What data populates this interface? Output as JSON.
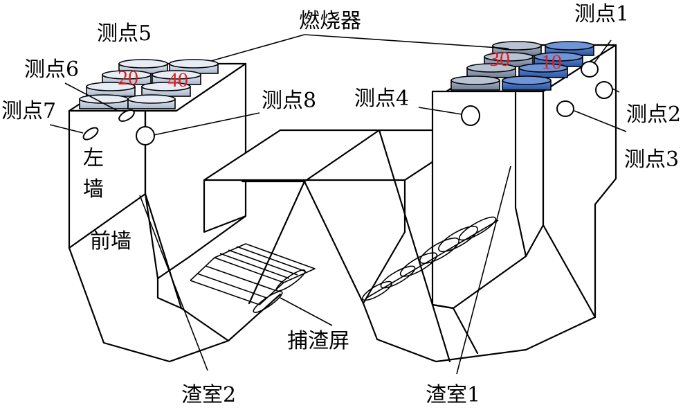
{
  "labels": {
    "burner": "燃烧器",
    "p1": "测点1",
    "p2": "测点2",
    "p3": "测点3",
    "p4": "测点4",
    "p5": "测点5",
    "p6": "测点6",
    "p7": "测点7",
    "p8": "测点8",
    "left_wall_1": "左",
    "left_wall_2": "墙",
    "front_wall": "前墙",
    "slag_screen": "捕渣屏",
    "slag_room_2": "渣室2",
    "slag_room_1": "渣室1"
  },
  "burner_values": {
    "left_a": "20",
    "left_b": "40",
    "right_a": "30",
    "right_b": "10"
  },
  "colors": {
    "burner_left": "#c9d2e3",
    "burner_right_grey": "#8e9bb3",
    "burner_right_blue": "#3f6fc0",
    "value_text": "#e02020"
  }
}
